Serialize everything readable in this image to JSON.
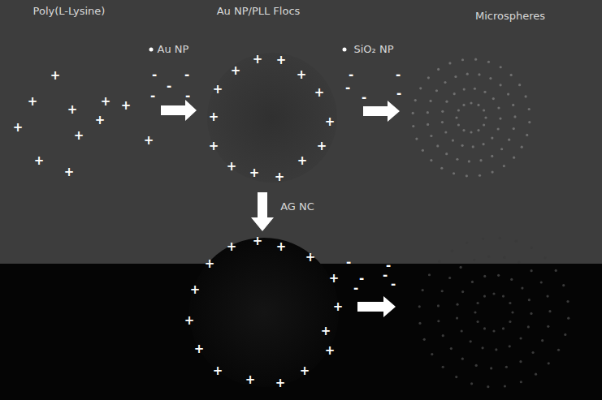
{
  "diagram": {
    "labels": [
      "Poly(L-Lysine)",
      "Au NP/PLL Flocs",
      "Microspheres",
      "Au NP",
      "SiO₂ NP",
      "AG NC",
      "+",
      "+",
      "+",
      "+",
      "+",
      "+",
      "+",
      "+",
      "+",
      "+",
      "+",
      "+",
      "+",
      "+",
      "+",
      "+",
      "+",
      "+",
      "+",
      "+",
      "+",
      "+",
      "+",
      "+",
      "+",
      "+",
      "+",
      "+",
      "+",
      "+",
      "+",
      "+",
      "+",
      "+",
      "+",
      "+",
      "+",
      "+",
      "+",
      "+",
      "+",
      "-",
      "-",
      "-",
      "-",
      "-",
      "-",
      "-",
      "-",
      "-",
      "-",
      "-",
      "-",
      "-",
      "-",
      "-",
      "-"
    ]
  }
}
